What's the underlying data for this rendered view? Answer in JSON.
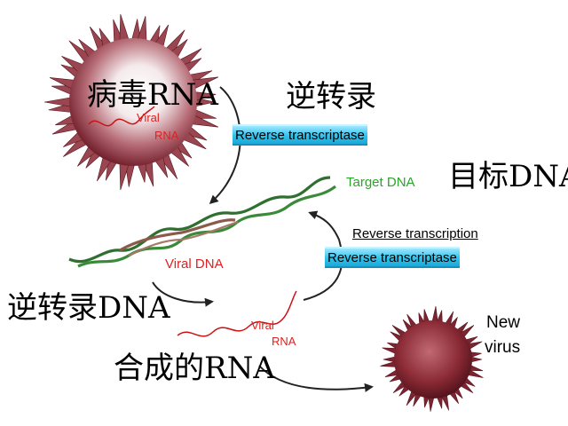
{
  "labels": {
    "cn_viral_rna": "病毒RNA",
    "cn_reverse_transcription": "逆转录",
    "cn_target_dna": "目标DNA",
    "cn_reverse_transcribed_dna": "逆转录DNA",
    "cn_synthesized_rna": "合成的RNA",
    "viral_top": "Viral",
    "rna_top": "RNA",
    "reverse_transcriptase_1": "Reverse transcriptase",
    "target_dna": "Target DNA",
    "viral_dna": "Viral DNA",
    "reverse_transcription": "Reverse transcription",
    "reverse_transcriptase_2": "Reverse transcriptase",
    "viral_bottom": "Viral",
    "rna_bottom": "RNA",
    "new": "New",
    "virus": "virus"
  },
  "colors": {
    "rna_strand": "#cc1111",
    "dna_green": "#2f7f2f",
    "dna_viral": "#8a5a4a",
    "badge": "#2ec3ee",
    "virus_body": "#8a2a35"
  }
}
